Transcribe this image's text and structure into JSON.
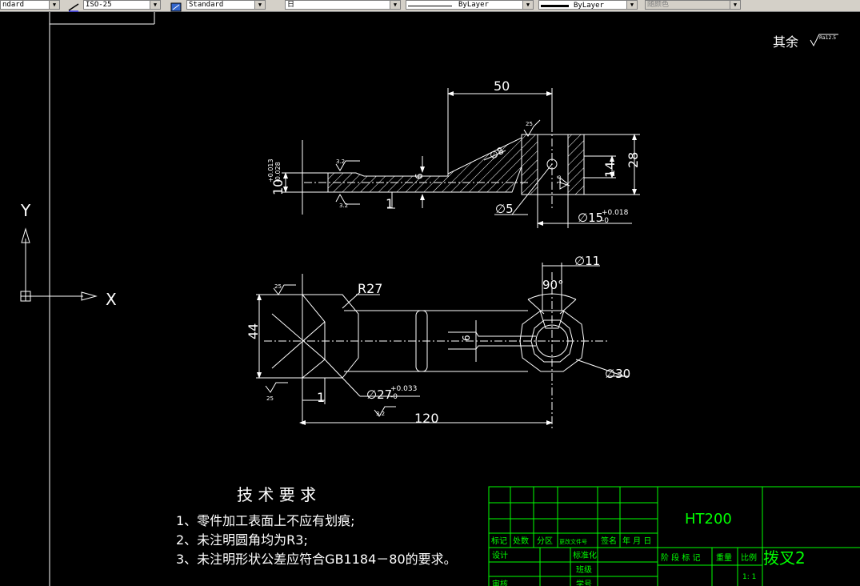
{
  "toolbar": {
    "text_style": "ndard",
    "dim_style": "ISO-25",
    "table_style": "Standard",
    "layer": "日",
    "linetype": "ByLayer",
    "lineweight": "ByLayer",
    "color": "随颜色"
  },
  "ucs": {
    "y_label": "Y",
    "x_label": "X"
  },
  "drawing": {
    "roughness_rest": "其余",
    "roughness_rest_value": "Ra12.5",
    "front_view": {
      "dim_50": "50",
      "dim_28": "28",
      "dim_14": "14",
      "dim_10": "10",
      "dim_10_tol_up": "+0.013",
      "dim_10_tol_low": "-0.028",
      "dim_6": "6",
      "dim_1": "1",
      "dim_d5": "∅5",
      "dim_d15": "∅15",
      "dim_d15_tol_up": "+0.018",
      "dim_d15_tol_low": "-0",
      "dim_d8": "∅8",
      "rough_25": "25",
      "rough_32a": "3.2",
      "rough_32b": "3.2",
      "rough_16": "1.6"
    },
    "top_view": {
      "dim_r27": "R27",
      "dim_44": "44",
      "dim_1": "1",
      "dim_120": "120",
      "dim_d27": "∅27",
      "dim_d27_tol_up": "+0.033",
      "dim_d27_tol_low": "-0",
      "dim_d11": "∅11",
      "dim_90": "90°",
      "dim_d30": "∅30",
      "dim_6": "6",
      "rough_25a": "25",
      "rough_25b": "25",
      "rough_32": "3.2"
    },
    "tech_req": {
      "title": "技 术 要 求",
      "line1": "1、零件加工表面上不应有划痕;",
      "line2": "2、未注明圆角均为R3;",
      "line3": "3、未注明形状公差应符合GB1184－80的要求。"
    },
    "title_block": {
      "material": "HT200",
      "part_name": "拨叉2",
      "labels": {
        "mark": "标记",
        "count": "处数",
        "zone": "分区",
        "doc_no": "更改文件号",
        "sign": "签名",
        "date": "年 月 日",
        "design": "设计",
        "standard": "标准化",
        "class": "班级",
        "review": "审核",
        "student_no": "学号",
        "stage": "阶 段 标 记",
        "weight": "重量",
        "ratio": "比例",
        "scale": "1: 1"
      }
    }
  },
  "colors": {
    "background": "#000000",
    "line": "#ffffff",
    "title_block": "#00ff00",
    "toolbar": "#d4d0c8"
  }
}
